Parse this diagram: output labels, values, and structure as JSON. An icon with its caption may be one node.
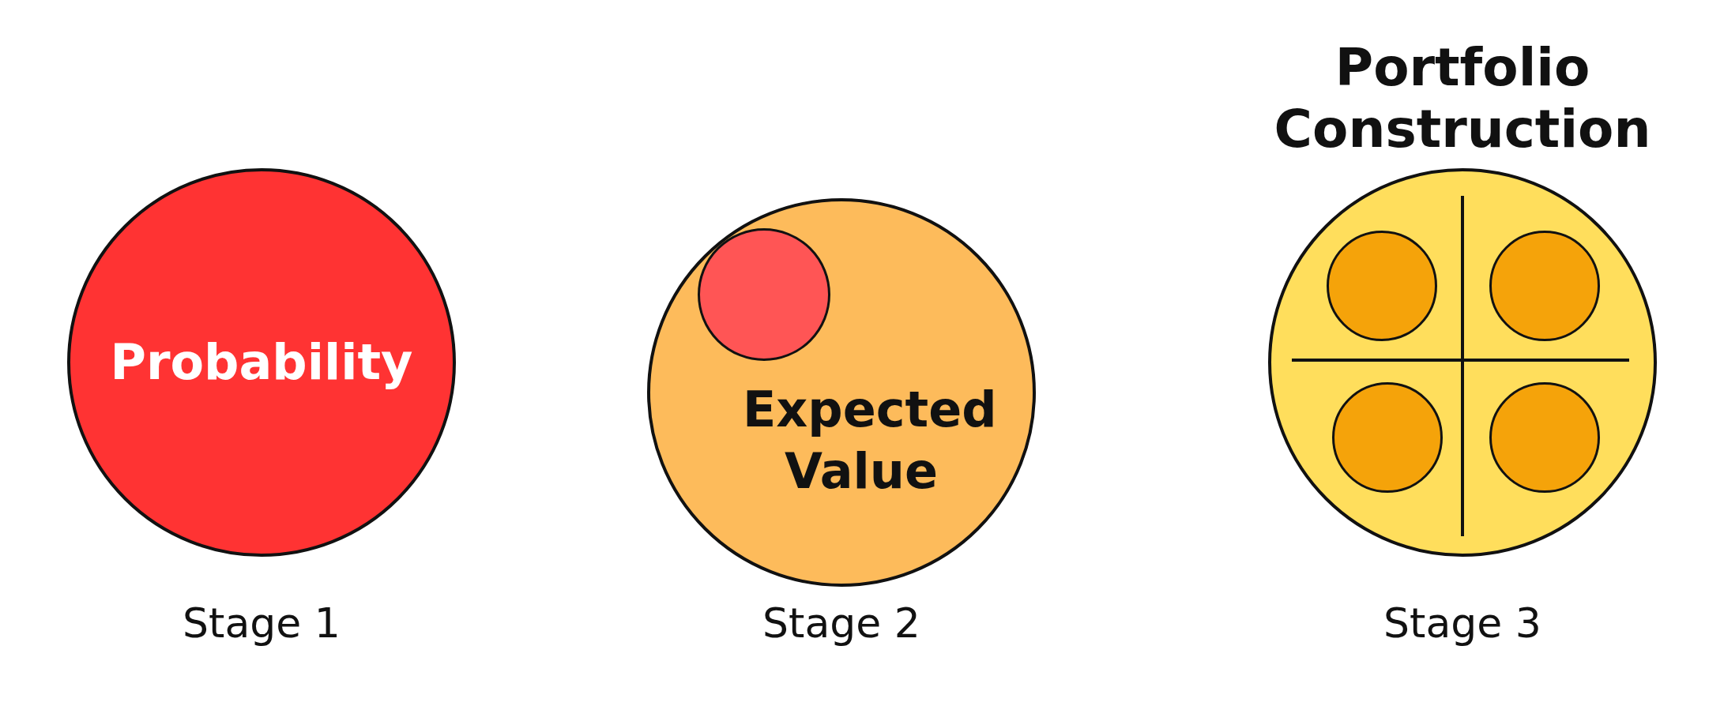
{
  "diagram": {
    "nodes": [
      {
        "text": [
          "Probability"
        ],
        "beside": [
          "Stage 1"
        ]
      },
      {
        "text": [
          "Expected Value"
        ],
        "beside": [
          "Stage 2"
        ]
      },
      {
        "text": [],
        "shape": "circle",
        "in": 1
      },
      {
        "text": [
          "Portfolio Construction"
        ],
        "beside": [
          "Stage 3"
        ]
      },
      {
        "text": [],
        "shape": "circle",
        "in": 3
      },
      {
        "text": [],
        "shape": "circle",
        "in": 3
      },
      {
        "text": [],
        "shape": "circle",
        "in": 3
      },
      {
        "text": [],
        "shape": "circle",
        "in": 3
      }
    ]
  }
}
